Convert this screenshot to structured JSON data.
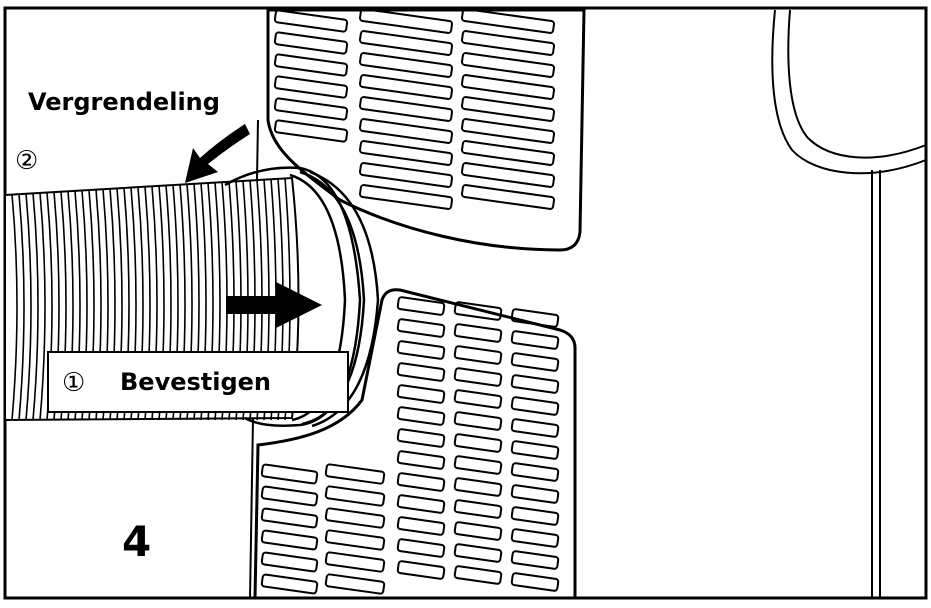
{
  "diagram": {
    "step_number": "4",
    "lock_label": "Vergrendeling",
    "lock_marker": "②",
    "attach_label": "Bevestigen",
    "attach_marker": "①"
  },
  "colors": {
    "line": "#000000",
    "background": "#ffffff"
  }
}
